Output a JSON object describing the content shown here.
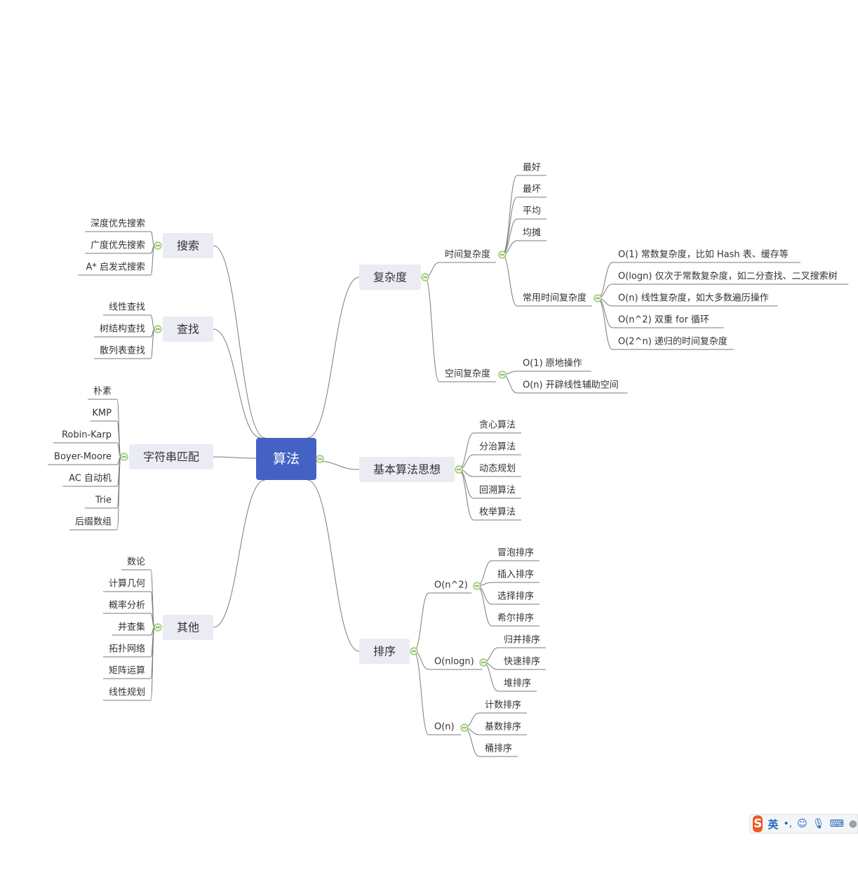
{
  "root": "算法",
  "branches": [
    {
      "label": "复杂度",
      "children": [
        {
          "label": "时间复杂度",
          "children": [
            {
              "label": "最好"
            },
            {
              "label": "最坏"
            },
            {
              "label": "平均"
            },
            {
              "label": "均摊"
            },
            {
              "label": "常用时间复杂度",
              "children": [
                {
                  "label": "O(1) 常数复杂度，比如 Hash 表、缓存等"
                },
                {
                  "label": "O(logn) 仅次于常数复杂度，如二分查找、二叉搜索树"
                },
                {
                  "label": "O(n) 线性复杂度，如大多数遍历操作"
                },
                {
                  "label": "O(n^2) 双重 for 循环"
                },
                {
                  "label": "O(2^n) 递归的时间复杂度"
                }
              ]
            }
          ]
        },
        {
          "label": "空间复杂度",
          "children": [
            {
              "label": "O(1) 原地操作"
            },
            {
              "label": "O(n) 开辟线性辅助空间"
            }
          ]
        }
      ]
    },
    {
      "label": "基本算法思想",
      "children": [
        {
          "label": "贪心算法"
        },
        {
          "label": "分治算法"
        },
        {
          "label": "动态规划"
        },
        {
          "label": "回溯算法"
        },
        {
          "label": "枚举算法"
        }
      ]
    },
    {
      "label": "排序",
      "children": [
        {
          "label": "O(n^2)",
          "children": [
            {
              "label": "冒泡排序"
            },
            {
              "label": "插入排序"
            },
            {
              "label": "选择排序"
            },
            {
              "label": "希尔排序"
            }
          ]
        },
        {
          "label": "O(nlogn)",
          "children": [
            {
              "label": "归并排序"
            },
            {
              "label": "快速排序"
            },
            {
              "label": "堆排序"
            }
          ]
        },
        {
          "label": "O(n)",
          "children": [
            {
              "label": "计数排序"
            },
            {
              "label": "基数排序"
            },
            {
              "label": "桶排序"
            }
          ]
        }
      ]
    },
    {
      "label": "搜索",
      "children": [
        {
          "label": "深度优先搜索"
        },
        {
          "label": "广度优先搜索"
        },
        {
          "label": "A* 启发式搜索"
        }
      ]
    },
    {
      "label": "查找",
      "children": [
        {
          "label": "线性查找"
        },
        {
          "label": "树结构查找"
        },
        {
          "label": "散列表查找"
        }
      ]
    },
    {
      "label": "字符串匹配",
      "children": [
        {
          "label": "朴素"
        },
        {
          "label": "KMP"
        },
        {
          "label": "Robin-Karp"
        },
        {
          "label": "Boyer-Moore"
        },
        {
          "label": "AC 自动机"
        },
        {
          "label": "Trie"
        },
        {
          "label": "后缀数组"
        }
      ]
    },
    {
      "label": "其他",
      "children": [
        {
          "label": "数论"
        },
        {
          "label": "计算几何"
        },
        {
          "label": "概率分析"
        },
        {
          "label": "并查集"
        },
        {
          "label": "拓扑网络"
        },
        {
          "label": "矩阵运算"
        },
        {
          "label": "线性规划"
        }
      ]
    }
  ],
  "ime": {
    "logo": "S",
    "mode": "英",
    "punct": "•,",
    "icons": [
      "smile-icon",
      "mic-icon",
      "keyboard-icon",
      "user-icon"
    ]
  },
  "colors": {
    "root_fill": "#4462c4",
    "branch_fill": "#ebebf4",
    "line": "#7b7b7b",
    "collapse": "#8cc35c"
  }
}
